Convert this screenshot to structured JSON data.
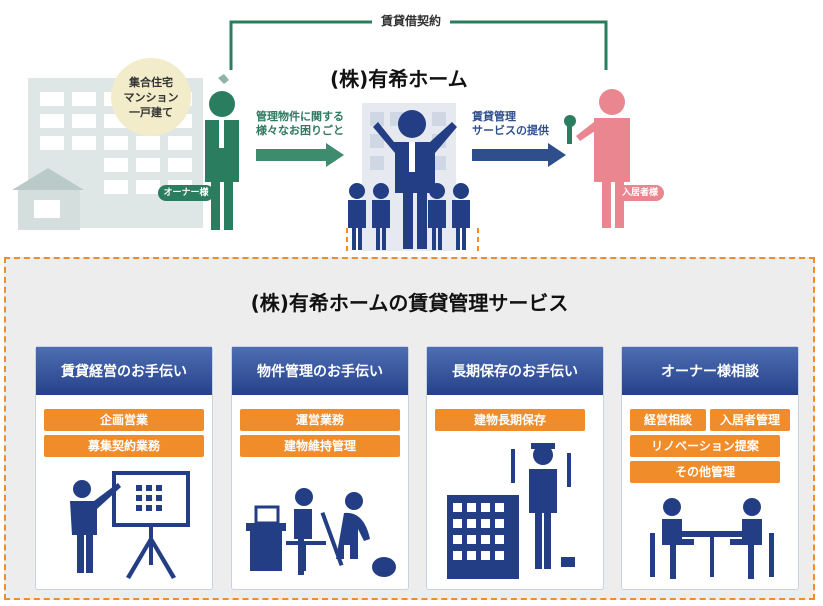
{
  "diagram": {
    "lease_contract_label": "賃貸借契約",
    "building_types": [
      "集合住宅",
      "マンション",
      "一戸建て"
    ],
    "company_title": "(株)有希ホーム",
    "owner_problems_label": [
      "管理物件に関する",
      "様々なお困りごと"
    ],
    "management_service_label": [
      "賃貸管理",
      "サービスの提供"
    ],
    "owner_badge": "オーナー様",
    "tenant_badge": "入居者様",
    "services_title": "(株)有希ホームの賃貸管理サービス"
  },
  "cards": [
    {
      "title": "賃貸経営のお手伝い",
      "tags": [
        "企画営業",
        "募集契約業務"
      ]
    },
    {
      "title": "物件管理のお手伝い",
      "tags": [
        "運営業務",
        "建物維持管理"
      ]
    },
    {
      "title": "長期保存のお手伝い",
      "tags": [
        "建物長期保存"
      ]
    },
    {
      "title": "オーナー様相談",
      "tags": [
        "経営相談",
        "入居者管理",
        "リノベーション提案",
        "その他管理"
      ]
    }
  ],
  "colors": {
    "owner_green": "#2a7d5e",
    "staff_navy": "#233e84",
    "tenant_pink": "#e98690",
    "accent_orange": "#f08c2a"
  },
  "icons": [
    "building-icon",
    "house-icon",
    "owner-person-icon",
    "staff-group-icon",
    "tenant-person-icon",
    "key-icon"
  ]
}
